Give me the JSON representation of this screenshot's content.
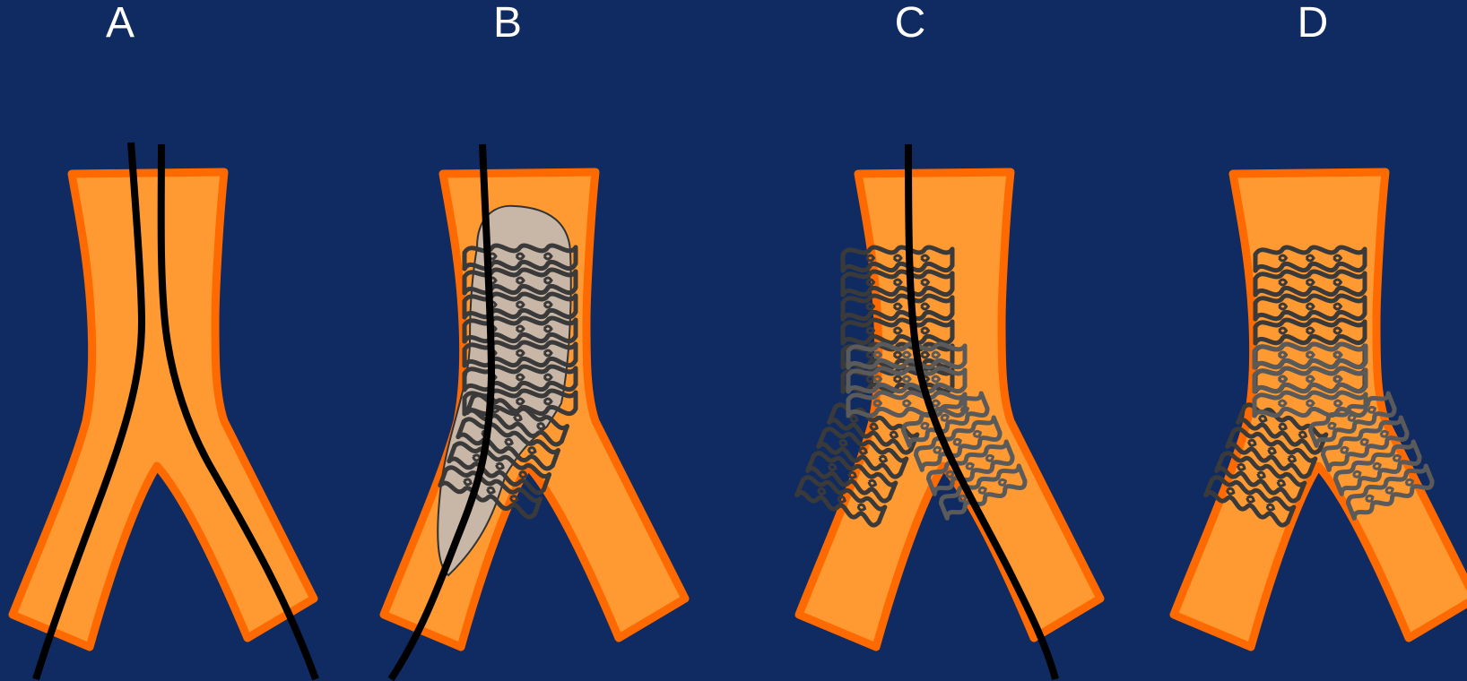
{
  "panels": [
    {
      "label": "A",
      "scene": "two-guidewires"
    },
    {
      "label": "B",
      "scene": "single-stent-with-balloon"
    },
    {
      "label": "C",
      "scene": "two-stents-with-guidewire"
    },
    {
      "label": "D",
      "scene": "two-stents-final"
    }
  ],
  "colors": {
    "background": "#0f2b62",
    "vessel_fill": "#ff9a33",
    "vessel_border": "#ff6a00",
    "wire": "#000000",
    "stent_dark": "#3a3a3a",
    "stent_gray": "#5a5a5a",
    "balloon_fill": "#c8b6a6",
    "balloon_stroke": "#333333",
    "label_text": "#ffffff"
  }
}
